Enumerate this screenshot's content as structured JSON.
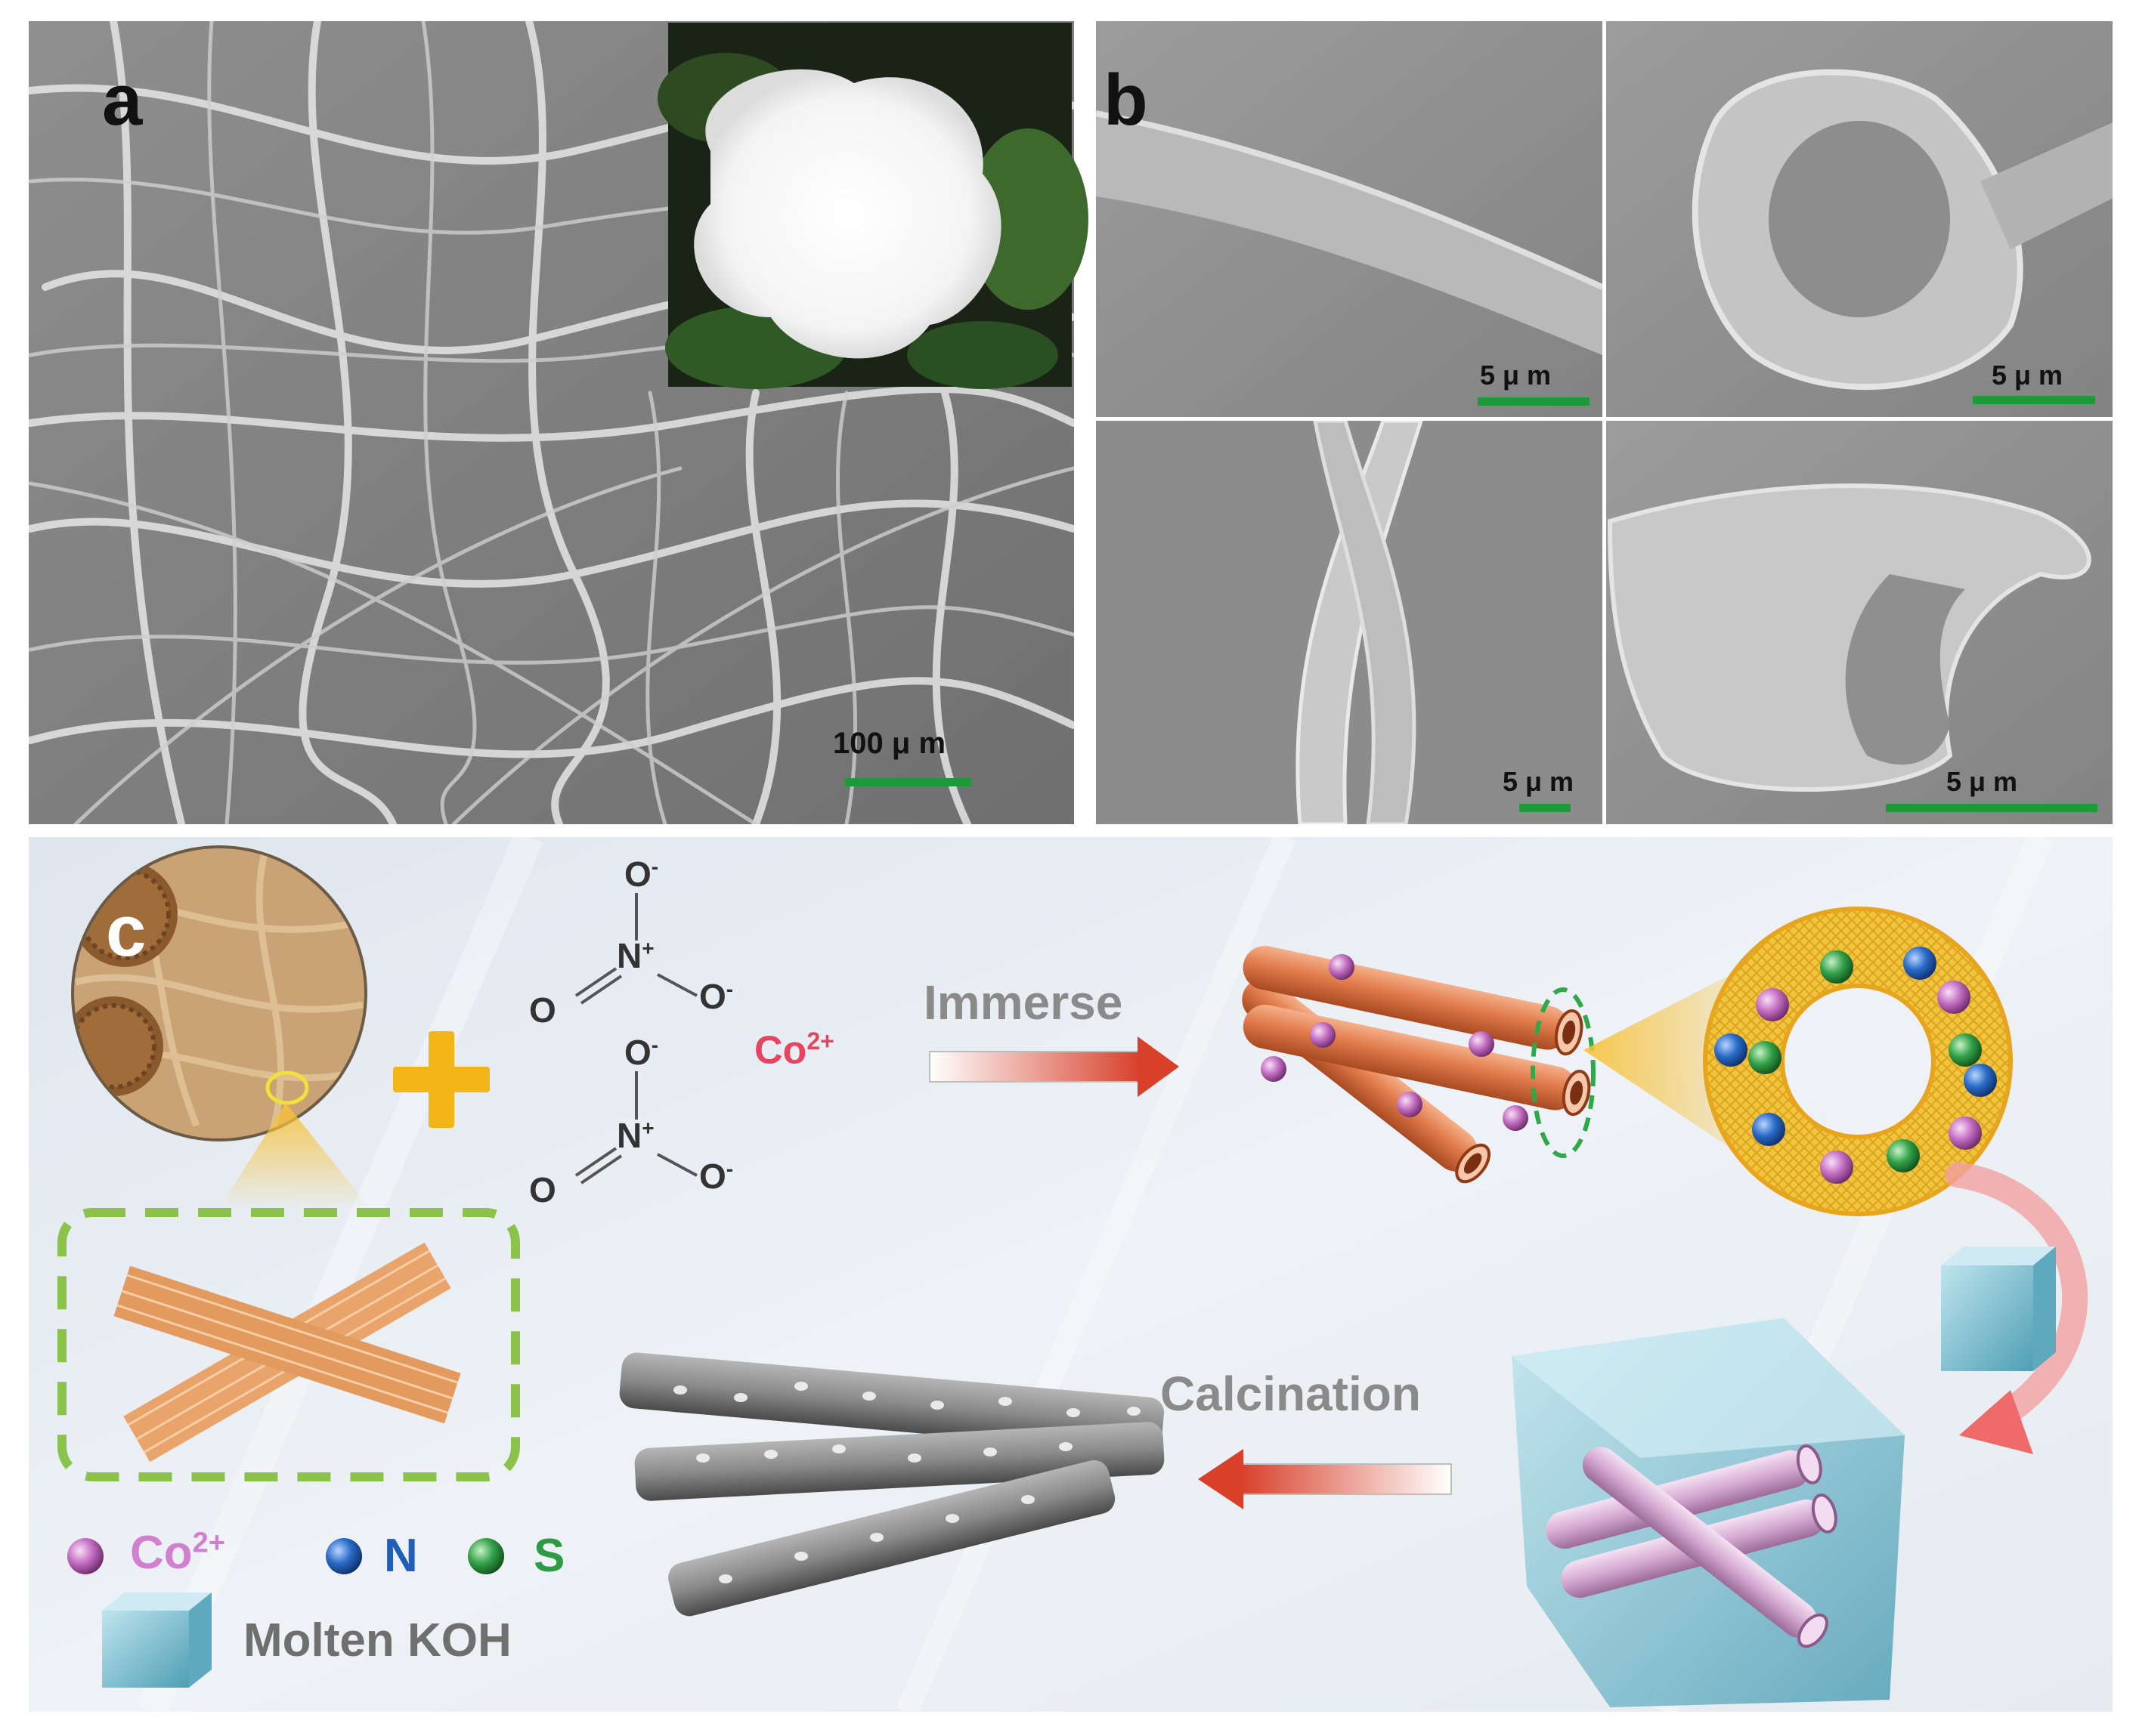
{
  "panel_a": {
    "label": "a",
    "scale_bar": "100 μ m"
  },
  "panel_b": {
    "label": "b",
    "scale_bars": [
      "5 μ m",
      "5 μ m",
      "5 μ m",
      "5 μ m"
    ]
  },
  "panel_c": {
    "label": "c",
    "nitrate_top": {
      "o_top": "O",
      "o_top_charge": "-",
      "n": "N",
      "n_charge": "+",
      "o_left": "O",
      "o_right": "O",
      "o_right_charge": "-"
    },
    "nitrate_bottom": {
      "o_top": "O",
      "o_top_charge": "-",
      "n": "N",
      "n_charge": "+",
      "o_left": "O",
      "o_right": "O",
      "o_right_charge": "-"
    },
    "cobalt_ion": "Co",
    "cobalt_charge": "2+",
    "step_immerse": "Immerse",
    "step_calcination": "Calcination",
    "legend": {
      "co_label": "Co",
      "co_charge": "2+",
      "n_label": "N",
      "s_label": "S",
      "koh_label": "Molten KOH"
    },
    "colors": {
      "co": "#d27fd0",
      "n": "#1f5fb8",
      "s": "#2f9a44",
      "plus": "#f2b417",
      "arrow": "#d8402a",
      "dashed_green": "#8bc34a",
      "koh_blue": "#7fc4d6"
    }
  }
}
